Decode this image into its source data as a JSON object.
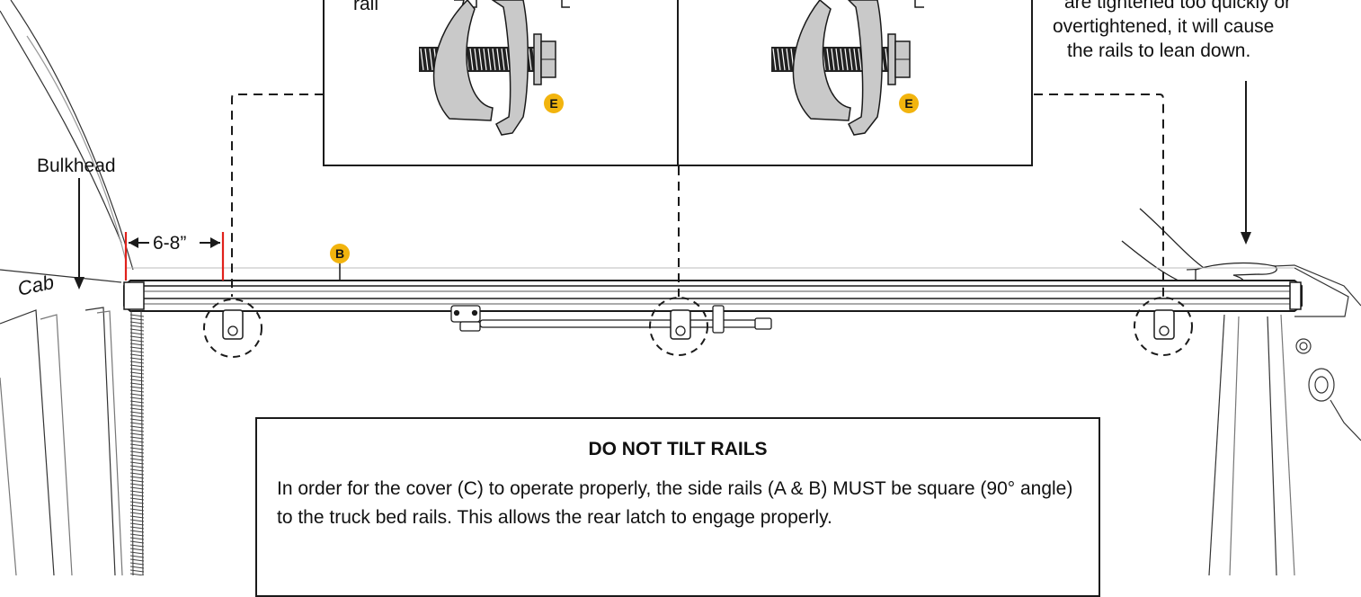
{
  "labels": {
    "rail": "rail",
    "bulkhead": "Bulkhead",
    "cab": "Cab",
    "dimension": "6-8”",
    "part_b": "B",
    "part_e": "E",
    "note_line1": "are tightened too quickly or",
    "note_line2": "overtightened, it will cause",
    "note_line3": "the rails to lean down."
  },
  "warning": {
    "title": "DO NOT TILT RAILS",
    "body": "In order for the cover (C) to operate properly, the side rails (A & B) MUST be square (90° angle) to the truck bed rails. This allows the rear latch to engage properly."
  },
  "colors": {
    "badge": "#f2b40e",
    "measure_marker": "#e0211b",
    "line": "#1a1a1a",
    "clamp_fill": "#c9c9c9"
  }
}
